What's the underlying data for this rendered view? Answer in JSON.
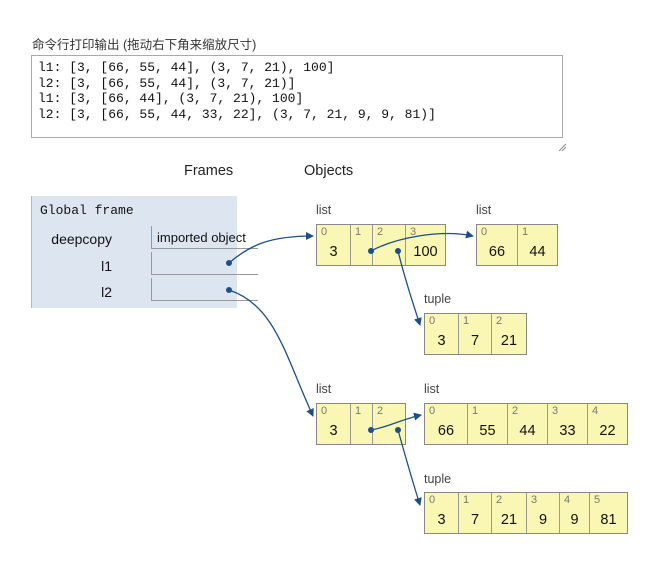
{
  "output": {
    "label": "命令行打印输出 (拖动右下角来缩放尺寸)",
    "lines": [
      "l1: [3, [66, 55, 44], (3, 7, 21), 100]",
      "l2: [3, [66, 55, 44], (3, 7, 21)]",
      "l1: [3, [66, 44], (3, 7, 21), 100]",
      "l2: [3, [66, 55, 44, 33, 22], (3, 7, 21, 9, 9, 81)]"
    ]
  },
  "headers": {
    "frames": "Frames",
    "objects": "Objects"
  },
  "global_frame": {
    "title": "Global frame",
    "vars": [
      {
        "name": "deepcopy",
        "value": "imported object"
      },
      {
        "name": "l1",
        "value": ""
      },
      {
        "name": "l2",
        "value": ""
      }
    ]
  },
  "objects": {
    "l1_list": {
      "type": "list",
      "cells": [
        {
          "idx": "0",
          "val": "3"
        },
        {
          "idx": "1",
          "val": ""
        },
        {
          "idx": "2",
          "val": ""
        },
        {
          "idx": "3",
          "val": "100"
        }
      ]
    },
    "l1_inner_list": {
      "type": "list",
      "cells": [
        {
          "idx": "0",
          "val": "66"
        },
        {
          "idx": "1",
          "val": "44"
        }
      ]
    },
    "l1_tuple": {
      "type": "tuple",
      "cells": [
        {
          "idx": "0",
          "val": "3"
        },
        {
          "idx": "1",
          "val": "7"
        },
        {
          "idx": "2",
          "val": "21"
        }
      ]
    },
    "l2_list": {
      "type": "list",
      "cells": [
        {
          "idx": "0",
          "val": "3"
        },
        {
          "idx": "1",
          "val": ""
        },
        {
          "idx": "2",
          "val": ""
        }
      ]
    },
    "l2_inner_list": {
      "type": "list",
      "cells": [
        {
          "idx": "0",
          "val": "66"
        },
        {
          "idx": "1",
          "val": "55"
        },
        {
          "idx": "2",
          "val": "44"
        },
        {
          "idx": "3",
          "val": "33"
        },
        {
          "idx": "4",
          "val": "22"
        }
      ]
    },
    "l2_tuple": {
      "type": "tuple",
      "cells": [
        {
          "idx": "0",
          "val": "3"
        },
        {
          "idx": "1",
          "val": "7"
        },
        {
          "idx": "2",
          "val": "21"
        },
        {
          "idx": "3",
          "val": "9"
        },
        {
          "idx": "4",
          "val": "9"
        },
        {
          "idx": "5",
          "val": "81"
        }
      ]
    }
  },
  "colors": {
    "object_bg": "#faf6b4",
    "frame_bg": "#dde5f1",
    "arrow": "#1d4f86"
  }
}
